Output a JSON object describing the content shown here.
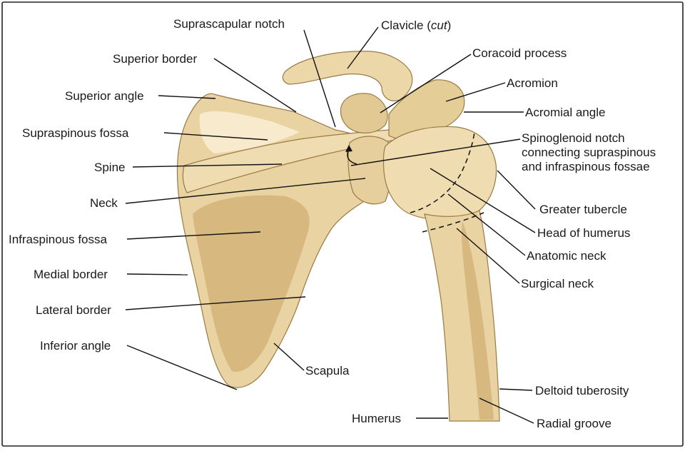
{
  "labels": {
    "suprascapular_notch": "Suprascapular notch",
    "clavicle": "Clavicle (",
    "clavicle_cut": "cut",
    "clavicle_close": ")",
    "superior_border": "Superior border",
    "coracoid_process": "Coracoid process",
    "acromion": "Acromion",
    "superior_angle": "Superior angle",
    "acromial_angle": "Acromial angle",
    "supraspinous_fossa": "Supraspinous fossa",
    "spinoglenoid_notch_1": "Spinoglenoid notch",
    "spinoglenoid_notch_2": "connecting supraspinous",
    "spinoglenoid_notch_3": "and infraspinous fossae",
    "spine": "Spine",
    "neck": "Neck",
    "greater_tubercle": "Greater tubercle",
    "head_of_humerus": "Head of humerus",
    "infraspinous_fossa": "Infraspinous fossa",
    "anatomic_neck": "Anatomic neck",
    "medial_border": "Medial border",
    "surgical_neck": "Surgical neck",
    "lateral_border": "Lateral border",
    "inferior_angle": "Inferior angle",
    "scapula": "Scapula",
    "deltoid_tuberosity": "Deltoid tuberosity",
    "humerus": "Humerus",
    "radial_groove": "Radial groove"
  },
  "colors": {
    "bone_fill": "#e9d3a2",
    "bone_shadow": "#c9a464",
    "bone_highlight": "#fbf1d8",
    "leader_line": "#111111",
    "frame": "#222222"
  }
}
